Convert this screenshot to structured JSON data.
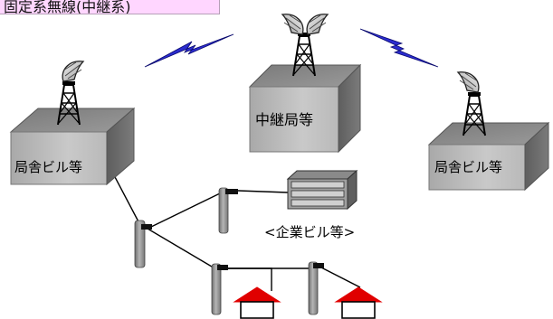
{
  "title": "固定系無線(中継系)",
  "labels": {
    "left_station": "局舎ビル等",
    "relay_station": "中継局等",
    "right_station": "局舎ビル等",
    "company": "<企業ビル等>"
  },
  "colors": {
    "title_bg": "#ffd6ff",
    "roof": "#e00000",
    "radio_link": "#2b2ccf",
    "building_top": "#8a8a8a",
    "building_front": "#b0b0b0",
    "building_side": "#6e6e6e",
    "pole": "#8c8c8c"
  }
}
